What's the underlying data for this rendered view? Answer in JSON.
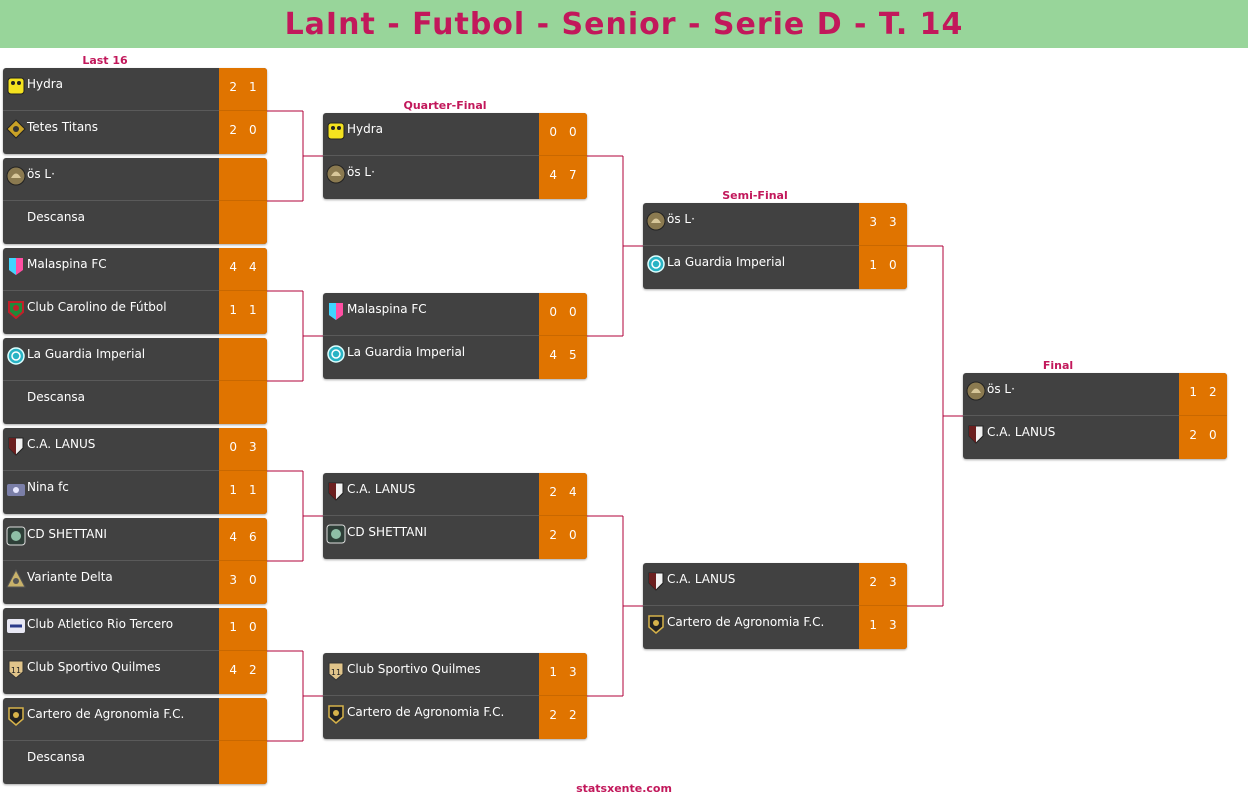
{
  "title": "LaInt - Futbol - Senior - Serie D - T. 14",
  "footer": "statsxente.com",
  "rounds": {
    "last16": "Last 16",
    "quarter": "Quarter-Final",
    "semi": "Semi-Final",
    "final": "Final"
  },
  "colors": {
    "header_bg": "#98d59a",
    "accent": "#c2185b",
    "card_bg": "#414141",
    "score_bg": "#e07400",
    "connector": "#b0003a"
  },
  "matches": {
    "l16_1": {
      "t1": {
        "name": "Hydra",
        "logo": "hydra-logo",
        "s": [
          "2",
          "1"
        ]
      },
      "t2": {
        "name": "Tetes Titans",
        "logo": "tetes-titans-logo",
        "s": [
          "2",
          "0"
        ]
      }
    },
    "l16_2": {
      "t1": {
        "name": "ös          L·",
        "logo": "helmet-logo",
        "s": [
          "",
          ""
        ]
      },
      "t2": {
        "name": "Descansa",
        "logo": "",
        "s": [
          "",
          ""
        ]
      }
    },
    "l16_3": {
      "t1": {
        "name": "Malaspina FC",
        "logo": "malaspina-logo",
        "s": [
          "4",
          "4"
        ]
      },
      "t2": {
        "name": "Club Carolino de Fútbol",
        "logo": "carolino-logo",
        "s": [
          "1",
          "1"
        ]
      }
    },
    "l16_4": {
      "t1": {
        "name": "La Guardia Imperial",
        "logo": "guardia-logo",
        "s": [
          "",
          ""
        ]
      },
      "t2": {
        "name": "Descansa",
        "logo": "",
        "s": [
          "",
          ""
        ]
      }
    },
    "l16_5": {
      "t1": {
        "name": "C.A. LANUS",
        "logo": "lanus-logo",
        "s": [
          "0",
          "3"
        ]
      },
      "t2": {
        "name": "Nina fc",
        "logo": "nina-logo",
        "s": [
          "1",
          "1"
        ]
      }
    },
    "l16_6": {
      "t1": {
        "name": "CD SHETTANI",
        "logo": "shettani-logo",
        "s": [
          "4",
          "6"
        ]
      },
      "t2": {
        "name": "Variante Delta",
        "logo": "delta-logo",
        "s": [
          "3",
          "0"
        ]
      }
    },
    "l16_7": {
      "t1": {
        "name": "Club Atletico Rio Tercero",
        "logo": "rio-tercero-logo",
        "s": [
          "1",
          "0"
        ]
      },
      "t2": {
        "name": "Club Sportivo Quilmes",
        "logo": "quilmes-logo",
        "s": [
          "4",
          "2"
        ]
      }
    },
    "l16_8": {
      "t1": {
        "name": "Cartero de Agronomia F.C.",
        "logo": "cartero-logo",
        "s": [
          "",
          ""
        ]
      },
      "t2": {
        "name": "Descansa",
        "logo": "",
        "s": [
          "",
          ""
        ]
      }
    },
    "qf_1": {
      "t1": {
        "name": "Hydra",
        "logo": "hydra-logo",
        "s": [
          "0",
          "0"
        ]
      },
      "t2": {
        "name": "ös          L·",
        "logo": "helmet-logo",
        "s": [
          "4",
          "7"
        ]
      }
    },
    "qf_2": {
      "t1": {
        "name": "Malaspina FC",
        "logo": "malaspina-logo",
        "s": [
          "0",
          "0"
        ]
      },
      "t2": {
        "name": "La Guardia Imperial",
        "logo": "guardia-logo",
        "s": [
          "4",
          "5"
        ]
      }
    },
    "qf_3": {
      "t1": {
        "name": "C.A. LANUS",
        "logo": "lanus-logo",
        "s": [
          "2",
          "4"
        ]
      },
      "t2": {
        "name": "CD SHETTANI",
        "logo": "shettani-logo",
        "s": [
          "2",
          "0"
        ]
      }
    },
    "qf_4": {
      "t1": {
        "name": "Club Sportivo Quilmes",
        "logo": "quilmes-logo",
        "s": [
          "1",
          "3"
        ]
      },
      "t2": {
        "name": "Cartero de Agronomia F.C.",
        "logo": "cartero-logo",
        "s": [
          "2",
          "2"
        ]
      }
    },
    "sf_1": {
      "t1": {
        "name": "ös          L·",
        "logo": "helmet-logo",
        "s": [
          "3",
          "3"
        ]
      },
      "t2": {
        "name": "La Guardia Imperial",
        "logo": "guardia-logo",
        "s": [
          "1",
          "0"
        ]
      }
    },
    "sf_2": {
      "t1": {
        "name": "C.A. LANUS",
        "logo": "lanus-logo",
        "s": [
          "2",
          "3"
        ]
      },
      "t2": {
        "name": "Cartero de Agronomia F.C.",
        "logo": "cartero-logo",
        "s": [
          "1",
          "3"
        ]
      }
    },
    "final": {
      "t1": {
        "name": "ös          L·",
        "logo": "helmet-logo",
        "s": [
          "1",
          "2"
        ]
      },
      "t2": {
        "name": "C.A. LANUS",
        "logo": "lanus-logo",
        "s": [
          "2",
          "0"
        ]
      }
    }
  }
}
